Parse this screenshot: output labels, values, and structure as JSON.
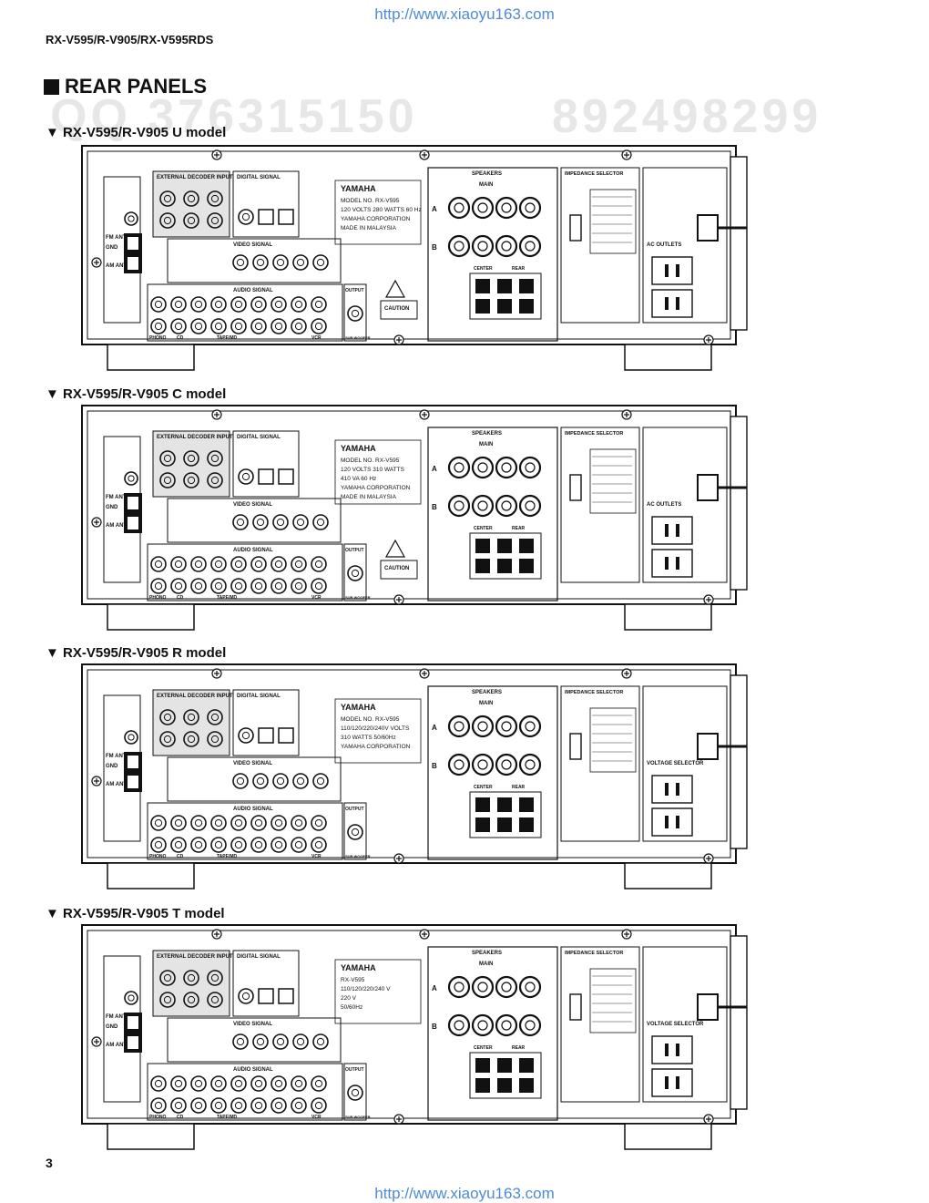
{
  "header": {
    "url_top": "http://www.xiaoyu163.com",
    "model_line": "RX-V595/R-V905/RX-V595RDS",
    "section_title": "REAR PANELS"
  },
  "watermark": {
    "left": "QQ 376315150",
    "right": "892498299"
  },
  "panels": [
    {
      "heading": "▼ RX-V595/R-V905 U model",
      "brand": "YAMAHA",
      "rating_lines": [
        "MODEL NO. RX-V595",
        "120 VOLTS  280 WATTS  60 Hz",
        "YAMAHA CORPORATION",
        "MADE IN MALAYSIA"
      ],
      "right_block": "AC OUTLETS",
      "caution": "CAUTION"
    },
    {
      "heading": "▼ RX-V595/R-V905 C model",
      "brand": "YAMAHA",
      "rating_lines": [
        "MODEL NO. RX-V595",
        "120 VOLTS  310 WATTS",
        "410 VA  60 Hz",
        "YAMAHA CORPORATION",
        "MADE IN MALAYSIA"
      ],
      "right_block": "AC OUTLETS",
      "caution": "CAUTION"
    },
    {
      "heading": "▼ RX-V595/R-V905 R model",
      "brand": "YAMAHA",
      "rating_lines": [
        "MODEL NO. RX-V595",
        "110/120/220/240V VOLTS",
        "310 WATTS  50/60Hz",
        "YAMAHA CORPORATION"
      ],
      "right_block": "VOLTAGE SELECTOR",
      "caution": ""
    },
    {
      "heading": "▼ RX-V595/R-V905  T model",
      "brand": "YAMAHA",
      "rating_lines": [
        "RX-V595",
        "110/120/220/240 V",
        "220 V",
        "50/60Hz"
      ],
      "right_block": "VOLTAGE SELECTOR",
      "caution": ""
    }
  ],
  "labels": {
    "ext_decoder": "EXTERNAL DECODER INPUT",
    "digital": "DIGITAL SIGNAL",
    "video": "VIDEO SIGNAL",
    "audio": "AUDIO SIGNAL",
    "output": "OUTPUT",
    "speakers": "SPEAKERS",
    "impedance": "IMPEDANCE SELECTOR",
    "fm": "FM ANT",
    "am": "AM ANT",
    "gnd": "GND",
    "phono": "PHONO",
    "cd": "CD",
    "tape": "TAPE/MD",
    "vcr": "VCR",
    "sub": "SUB WOOFER",
    "main": "MAIN",
    "center": "CENTER",
    "rear": "REAR"
  },
  "footer": {
    "page_number": "3",
    "url_bottom": "http://www.xiaoyu163.com"
  }
}
